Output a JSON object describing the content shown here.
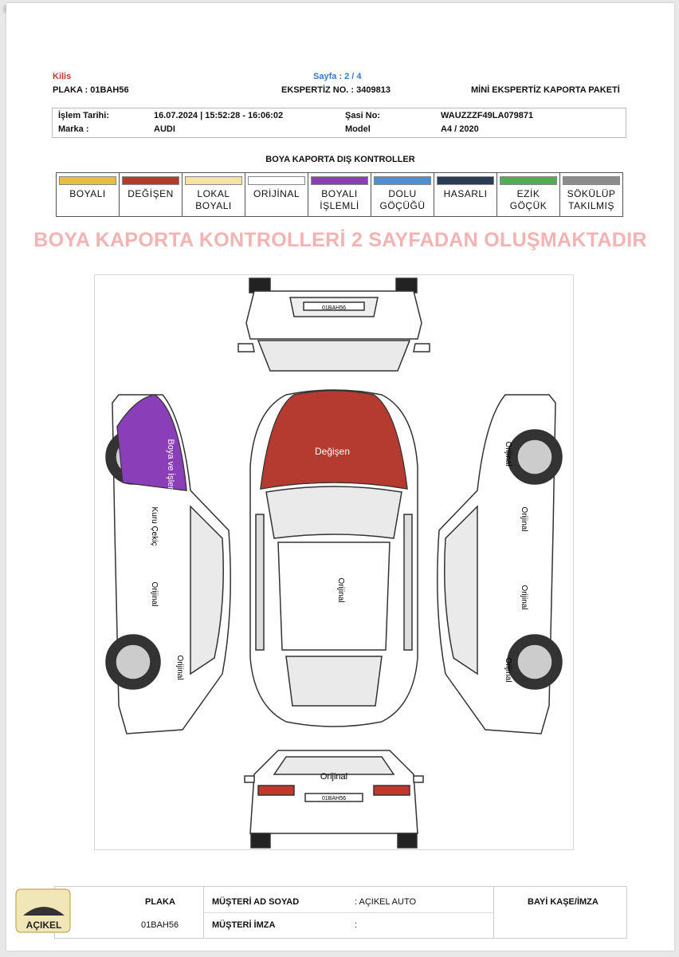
{
  "photo_id": "#1200248372",
  "header": {
    "city": "Kilis",
    "page": "Sayfa : 2 / 4",
    "plate_line": "PLAKA : 01BAH56",
    "ekspertiz_no": "EKSPERTİZ NO. : 3409813",
    "package": "MİNİ EKSPERTİZ KAPORTA PAKETİ"
  },
  "info": {
    "islem_tarihi_label": "İşlem Tarihi:",
    "islem_tarihi_value": "16.07.2024 | 15:52:28 - 16:06:02",
    "sasi_label": "Şasi No:",
    "sasi_value": "WAUZZZF49LA079871",
    "marka_label": "Marka :",
    "marka_value": "AUDI",
    "model_label": "Model",
    "model_value": "A4 / 2020"
  },
  "section_title": "BOYA KAPORTA DIŞ KONTROLLER",
  "legend": [
    {
      "label": "BOYALI",
      "color": "#e6c03c"
    },
    {
      "label": "DEĞİŞEN",
      "color": "#b53b30"
    },
    {
      "label": "LOKAL\nBOYALI",
      "color": "#f5e3a3"
    },
    {
      "label": "ORİJİNAL",
      "color": "#ffffff"
    },
    {
      "label": "BOYALI\nİŞLEMLİ",
      "color": "#8a3fb8"
    },
    {
      "label": "DOLU\nGÖÇÜĞÜ",
      "color": "#4a90d9"
    },
    {
      "label": "HASARLI",
      "color": "#2b3a55"
    },
    {
      "label": "EZİK\nGÖÇÜK",
      "color": "#4caf50"
    },
    {
      "label": "SÖKÜLÜP\nTAKILMIŞ",
      "color": "#8c8c8c"
    }
  ],
  "banner": "BOYA KAPORTA KONTROLLERİ 2 SAYFADAN OLUŞMAKTADIR",
  "diagram": {
    "front_plate": "01BAH56",
    "rear_plate": "01BAH56",
    "top_hood": "Değişen",
    "top_roof": "Orijinal",
    "left_front": "Boya ve İşlem",
    "left_door_front": "Kuru Çekiç",
    "left_door_rear": "Orijinal",
    "left_rear": "Orijinal",
    "right_front": "Orijinal",
    "right_door_front": "Orijinal",
    "right_door_rear": "Orijinal",
    "right_rear": "Orijinal",
    "rear_text": "Orijinal"
  },
  "footer": {
    "logo_text": "AÇIKEL",
    "plaka_label": "PLAKA",
    "plaka_value": "01BAH56",
    "musteri_label": "MÜŞTERİ AD SOYAD",
    "musteri_value": ": AÇIKEL AUTO",
    "imza_label": "MÜŞTERİ İMZA",
    "imza_value": ":",
    "bayi_label": "BAYİ KAŞE/İMZA"
  },
  "colors": {
    "changed": "#b53b30",
    "processed": "#8a3fb8"
  }
}
